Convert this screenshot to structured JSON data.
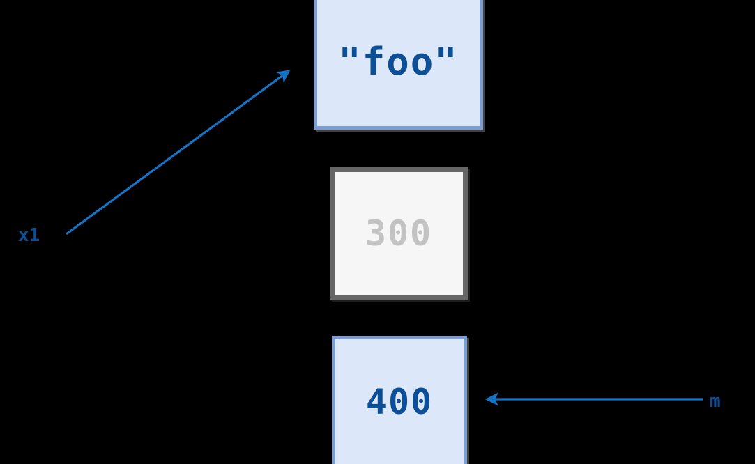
{
  "diagram": {
    "title": "variable reference diagram",
    "background_color": "#000000",
    "accent_color": "#1573c6",
    "active_text_color": "#0d4f96",
    "inactive_text_color": "#c3c3c3",
    "boxes": [
      {
        "id": "foo",
        "value": "\"foo\"",
        "state": "active",
        "fill": "#dde7fa",
        "border": "#7d9dd0",
        "text_color": "#0d4f96"
      },
      {
        "id": "300",
        "value": "300",
        "state": "inactive",
        "fill": "#f6f6f6",
        "border": "#666666",
        "text_color": "#c3c3c3"
      },
      {
        "id": "400",
        "value": "400",
        "state": "active",
        "fill": "#dde7fa",
        "border": "#7d9dd0",
        "text_color": "#0d4f96"
      }
    ],
    "pointers": [
      {
        "id": "x1",
        "label": "x1",
        "points_to": "foo",
        "direction": "up-right",
        "color": "#1573c6"
      },
      {
        "id": "m",
        "label": "m",
        "points_to": "400",
        "direction": "left",
        "color": "#1573c6"
      }
    ]
  }
}
